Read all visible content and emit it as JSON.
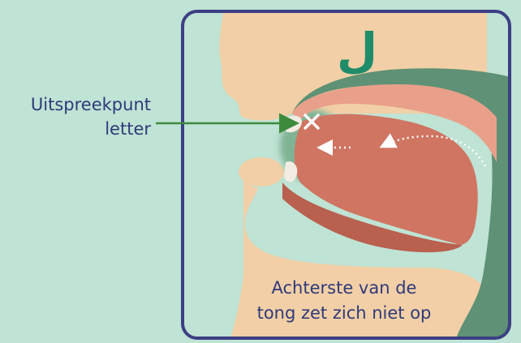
{
  "letter": "ل",
  "pointer_label": {
    "line1": "Uitspreekpunt",
    "line2": "letter"
  },
  "caption": {
    "line1": "Achterste van de",
    "line2": "tong zet zich niet op"
  },
  "colors": {
    "background": "#bfe3d4",
    "frame": "#3c3f83",
    "skin": "#f2cfa6",
    "palate": "#e9a08a",
    "tongue": "#cf7562",
    "airway": "#5e9175",
    "teeth": "#f3ece2",
    "arrow": "#3d8a3d",
    "letter": "#1f8c6a",
    "text": "#2e3a7a"
  },
  "icons": {
    "articulation_point": "x-mark-icon",
    "airflow": "dotted-arrow-icon"
  }
}
